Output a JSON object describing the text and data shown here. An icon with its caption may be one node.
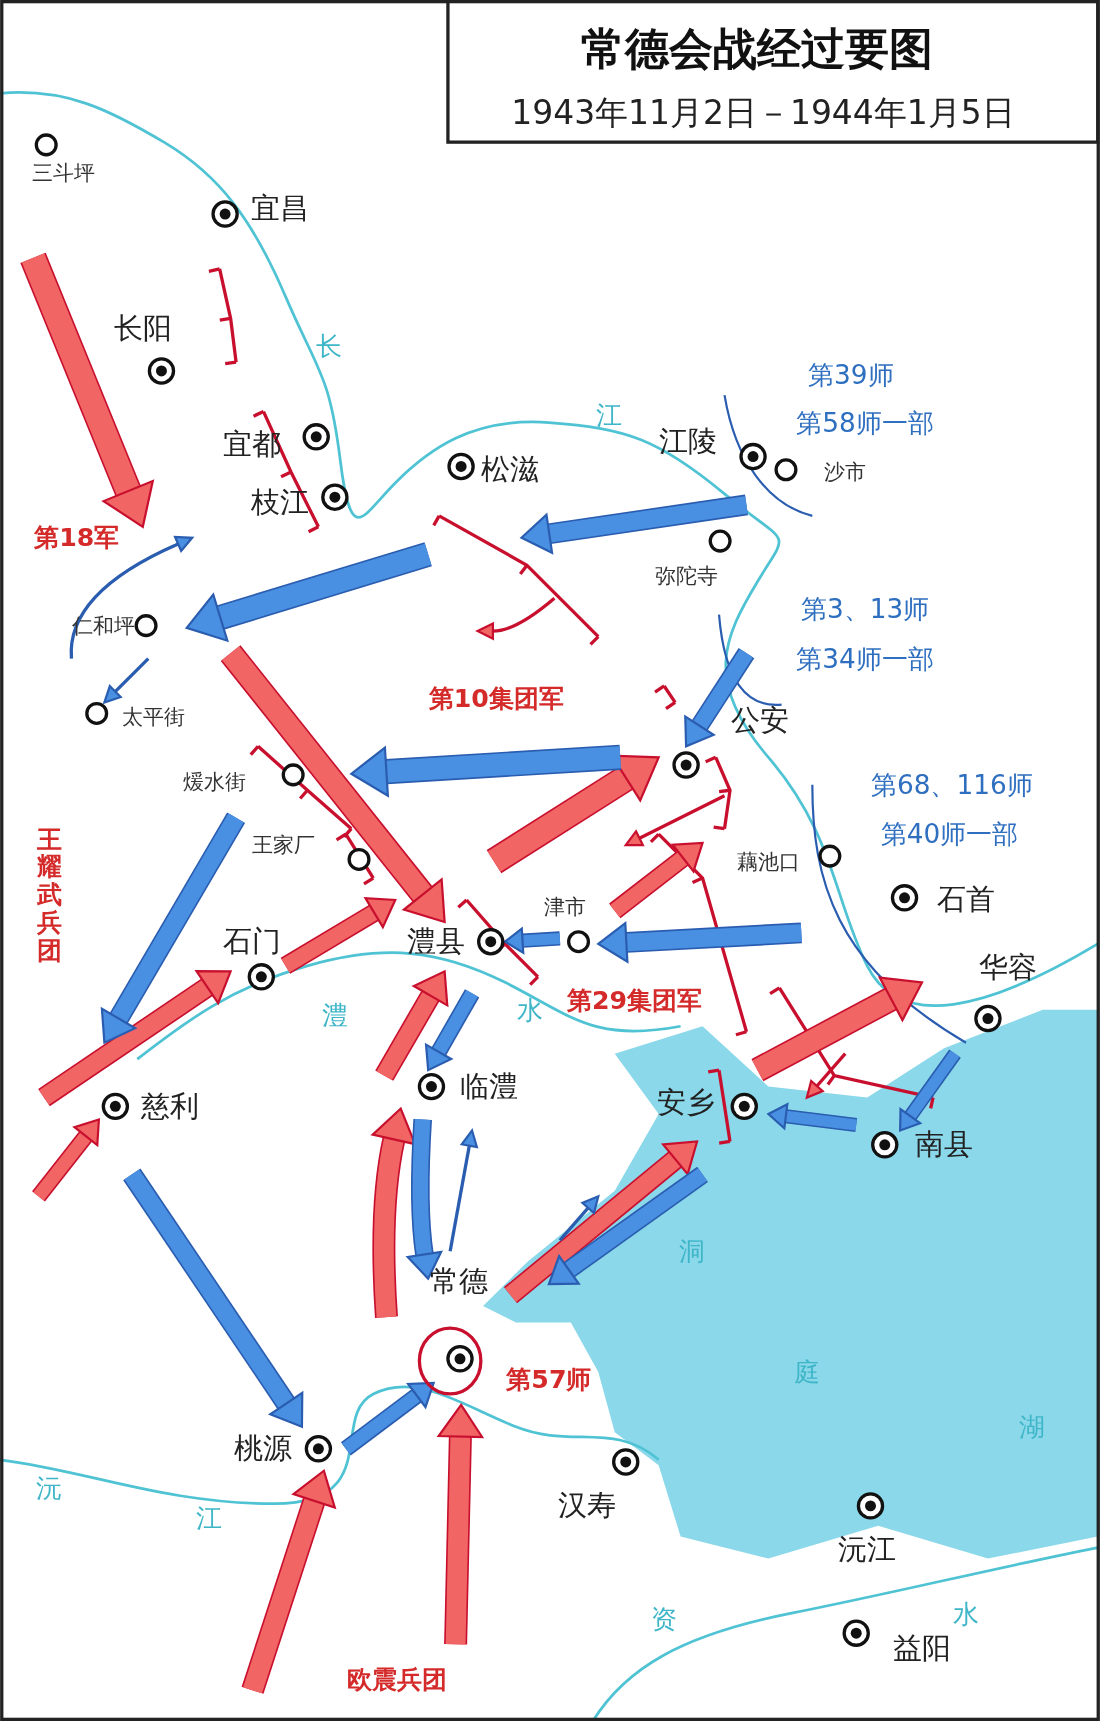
{
  "diagram": {
    "title": "常德会战经过要图",
    "labels": [
      "1943年11月2日－1944年1月5日",
      "三斗坪",
      "宜昌",
      "长阳",
      "长",
      "第39师",
      "第58师一部",
      "宜都",
      "江",
      "江陵",
      "沙市",
      "松滋",
      "枝江",
      "第18军",
      "弥陀寺",
      "第3、13师",
      "第34师一部",
      "仁和坪",
      "第10集团军",
      "太平街",
      "公安",
      "第68、116师",
      "第40师一部",
      "王耀武兵团",
      "煖水街",
      "王家厂",
      "藕池口",
      "津市",
      "石首",
      "石门",
      "澧县",
      "澧",
      "水",
      "第29集团军",
      "华容",
      "慈利",
      "临澧",
      "安乡",
      "南县",
      "洞",
      "常德",
      "第57师",
      "庭",
      "湖",
      "桃源",
      "沅",
      "江",
      "汉寿",
      "沅江",
      "资",
      "水",
      "益阳",
      "欧震兵团"
    ]
  }
}
